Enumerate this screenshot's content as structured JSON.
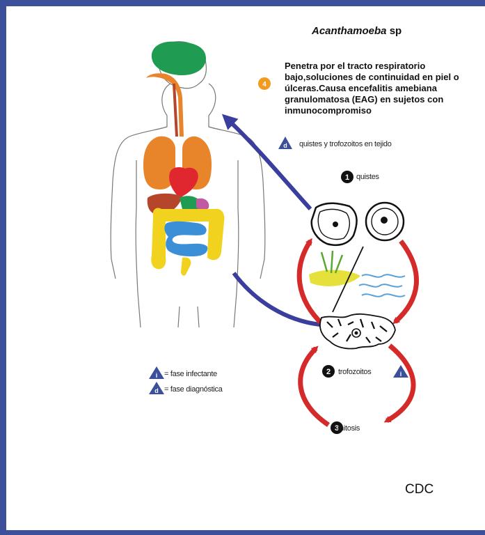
{
  "diagram": {
    "title_genus": "Acanthamoeba",
    "title_species": " sp",
    "route_badge": "4",
    "route_note": "Penetra por el tracto respiratorio bajo,soluciones de continuidad en piel o úlceras.Causa encefalitis amebiana granulomatosa (EAG) en sujetos con inmunocompromiso",
    "tissue_label": "quistes y trofozoitos en tejido",
    "tissue_badge": "d",
    "stage1_badge": "1",
    "stage1_label": "quistes",
    "stage2_badge": "2",
    "stage2_label": "trofozoitos",
    "stage2_phase_badge": "i",
    "stage3_badge": "3",
    "stage3_label": "mitosis",
    "legend": [
      {
        "badge": "i",
        "label": "= fase infectante"
      },
      {
        "badge": "d",
        "label": "= fase diagnóstica"
      }
    ],
    "source": "CDC"
  },
  "colors": {
    "frame": "#3c4f9a",
    "infective_arrow": "#3a3f9e",
    "cycle_arrows": "#d42a2a",
    "route_badge": "#f29c1f",
    "step_badge": "#111111",
    "brain": "#1f9b52",
    "lungs": "#e8852a",
    "heart": "#e0262e",
    "liver": "#b5462b",
    "stomach": "#1f9b52",
    "large_intestine": "#f1d31f",
    "small_intestine": "#3b8fd6",
    "pancreas": "#c15aa3"
  }
}
